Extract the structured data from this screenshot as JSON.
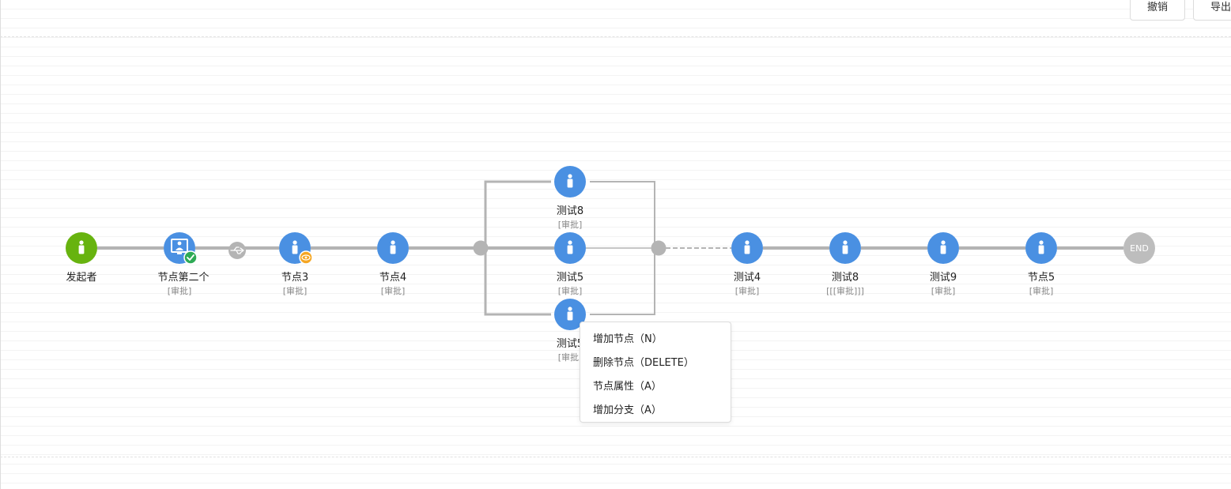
{
  "toolbar": {
    "undo_label": "撤销",
    "export_label": "导出"
  },
  "start": {
    "label": "发起者",
    "color": "#67b30f"
  },
  "end": {
    "label": "END",
    "color": "#bdbdbd"
  },
  "colors": {
    "node": "#4a90e2",
    "line": "#b4b4b4",
    "check_badge": "#2eaa55",
    "eye_badge": "#f5a623"
  },
  "nodes": {
    "n2": {
      "title": "节点第二个",
      "subtitle": "[审批]",
      "icon": "monitor-user-icon",
      "badge": "check-icon"
    },
    "n3": {
      "title": "节点3",
      "subtitle": "[审批]",
      "icon": "user-icon",
      "badge": "eye-icon"
    },
    "n4": {
      "title": "节点4",
      "subtitle": "[审批]",
      "icon": "user-icon"
    },
    "b1": {
      "title": "测试8",
      "subtitle": "[审批]",
      "icon": "user-icon"
    },
    "b2": {
      "title": "测试5",
      "subtitle": "[审批]",
      "icon": "user-icon"
    },
    "b3": {
      "title": "测试5",
      "subtitle": "[审批]",
      "icon": "user-icon"
    },
    "n5": {
      "title": "测试4",
      "subtitle": "[审批]",
      "icon": "user-icon"
    },
    "n6": {
      "title": "测试8",
      "subtitle": "[[[审批]]]",
      "icon": "user-icon"
    },
    "n7": {
      "title": "测试9",
      "subtitle": "[审批]",
      "icon": "user-icon"
    },
    "n8": {
      "title": "节点5",
      "subtitle": "[审批]",
      "icon": "user-icon"
    }
  },
  "connector_icon": "usb-connector-icon",
  "context_menu": {
    "items": [
      {
        "label": "增加节点（N）"
      },
      {
        "label": "删除节点（DELETE）"
      },
      {
        "label": "节点属性（A）"
      },
      {
        "label": "增加分支（A）"
      }
    ]
  }
}
